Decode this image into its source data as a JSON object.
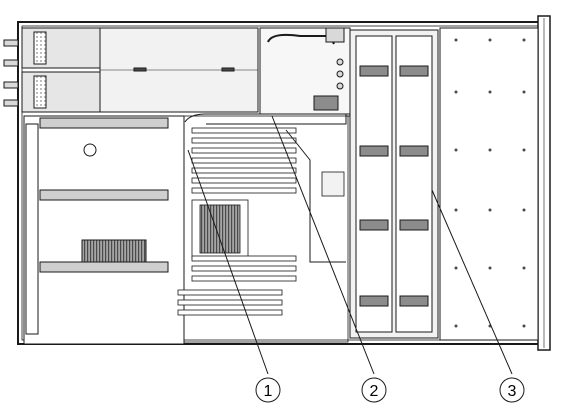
{
  "diagram": {
    "callouts": [
      {
        "id": "1",
        "label": "1"
      },
      {
        "id": "2",
        "label": "2"
      },
      {
        "id": "3",
        "label": "3"
      }
    ],
    "line_color": "#1a1a1a",
    "panel_gray": "#e6e6e6",
    "dark_gray": "#8c8c8c"
  }
}
